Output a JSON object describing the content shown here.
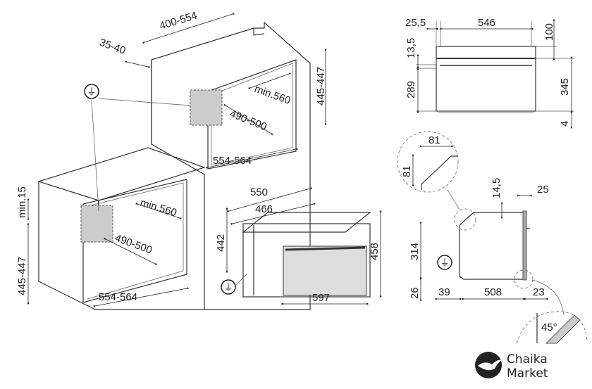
{
  "left_drawing": {
    "tall_width": "400-554",
    "tall_offset": "35-40",
    "upper_niche_height": "445-447",
    "upper_min_depth": "min.560",
    "upper_depth": "490-500",
    "upper_width": "554-564",
    "lower_min_gap": "min.15",
    "lower_niche_height": "445-447",
    "lower_min_depth": "min.560",
    "lower_depth": "490-500",
    "lower_width": "554-564",
    "oven_depth": "550",
    "oven_body_depth": "466",
    "oven_height_side": "442",
    "oven_height_front": "458",
    "oven_width": "597"
  },
  "front_view": {
    "left_offset": "25,5",
    "inner_width": "546",
    "top_gap": "100",
    "strip": "13,5",
    "door_height": "289",
    "front_height": "345",
    "bottom": "4"
  },
  "side_view": {
    "chamfer_w": "81",
    "chamfer_h": "81",
    "top": "14,5",
    "door_thickness": "25",
    "height": "314",
    "bottom": "26",
    "rear": "39",
    "depth": "508",
    "front": "23",
    "angle": "45°"
  },
  "logo": {
    "line1": "Chaika",
    "line2": "Market"
  }
}
